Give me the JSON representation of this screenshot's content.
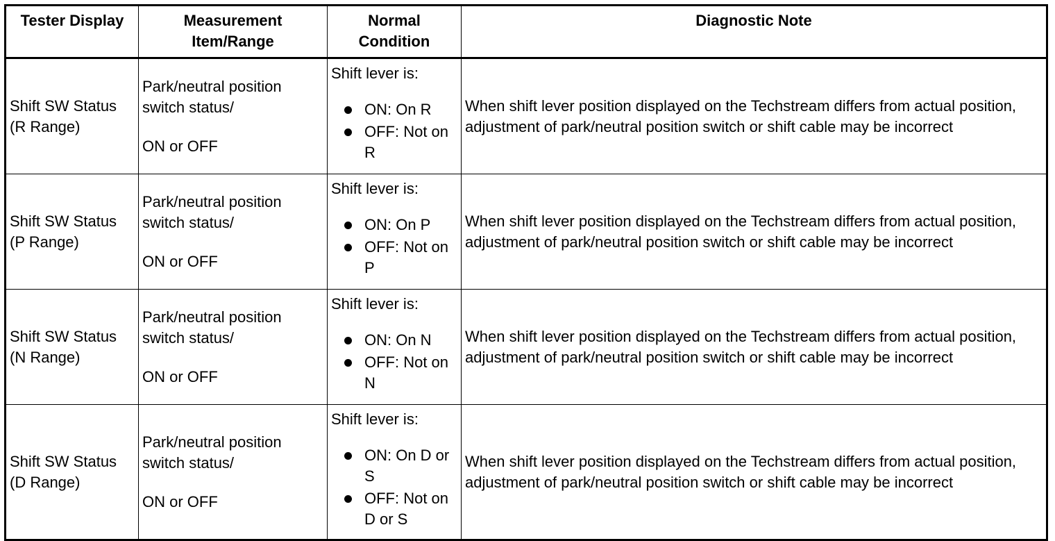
{
  "headers": {
    "tester_display": "Tester Display",
    "measurement": "Measurement Item/Range",
    "normal_condition": "Normal Condition",
    "diagnostic_note": "Diagnostic Note"
  },
  "rows": [
    {
      "tester_display": "Shift SW Status (R Range)",
      "measurement_item": "Park/neutral position switch status/",
      "measurement_range": "ON or OFF",
      "condition_lead": "Shift lever is:",
      "condition_on": "ON: On R",
      "condition_off": "OFF: Not on R",
      "diagnostic_note": "When shift lever position displayed on the Techstream differs from actual position, adjustment of park/neutral position switch or shift cable may be incorrect"
    },
    {
      "tester_display": "Shift SW Status (P Range)",
      "measurement_item": "Park/neutral position switch status/",
      "measurement_range": "ON or OFF",
      "condition_lead": "Shift lever is:",
      "condition_on": "ON: On P",
      "condition_off": "OFF: Not on P",
      "diagnostic_note": "When shift lever position displayed on the Techstream differs from actual position, adjustment of park/neutral position switch or shift cable may be incorrect"
    },
    {
      "tester_display": "Shift SW Status (N Range)",
      "measurement_item": "Park/neutral position switch status/",
      "measurement_range": "ON or OFF",
      "condition_lead": "Shift lever is:",
      "condition_on": "ON: On N",
      "condition_off": "OFF: Not on N",
      "diagnostic_note": "When shift lever position displayed on the Techstream differs from actual position, adjustment of park/neutral position switch or shift cable may be incorrect"
    },
    {
      "tester_display": "Shift SW Status (D Range)",
      "measurement_item": "Park/neutral position switch status/",
      "measurement_range": "ON or OFF",
      "condition_lead": "Shift lever is:",
      "condition_on": "ON: On D or S",
      "condition_off": "OFF: Not on D or S",
      "diagnostic_note": "When shift lever position displayed on the Techstream differs from actual position, adjustment of park/neutral position switch or shift cable may be incorrect"
    }
  ],
  "icons": {
    "bullet": "bullet-dot-icon"
  }
}
